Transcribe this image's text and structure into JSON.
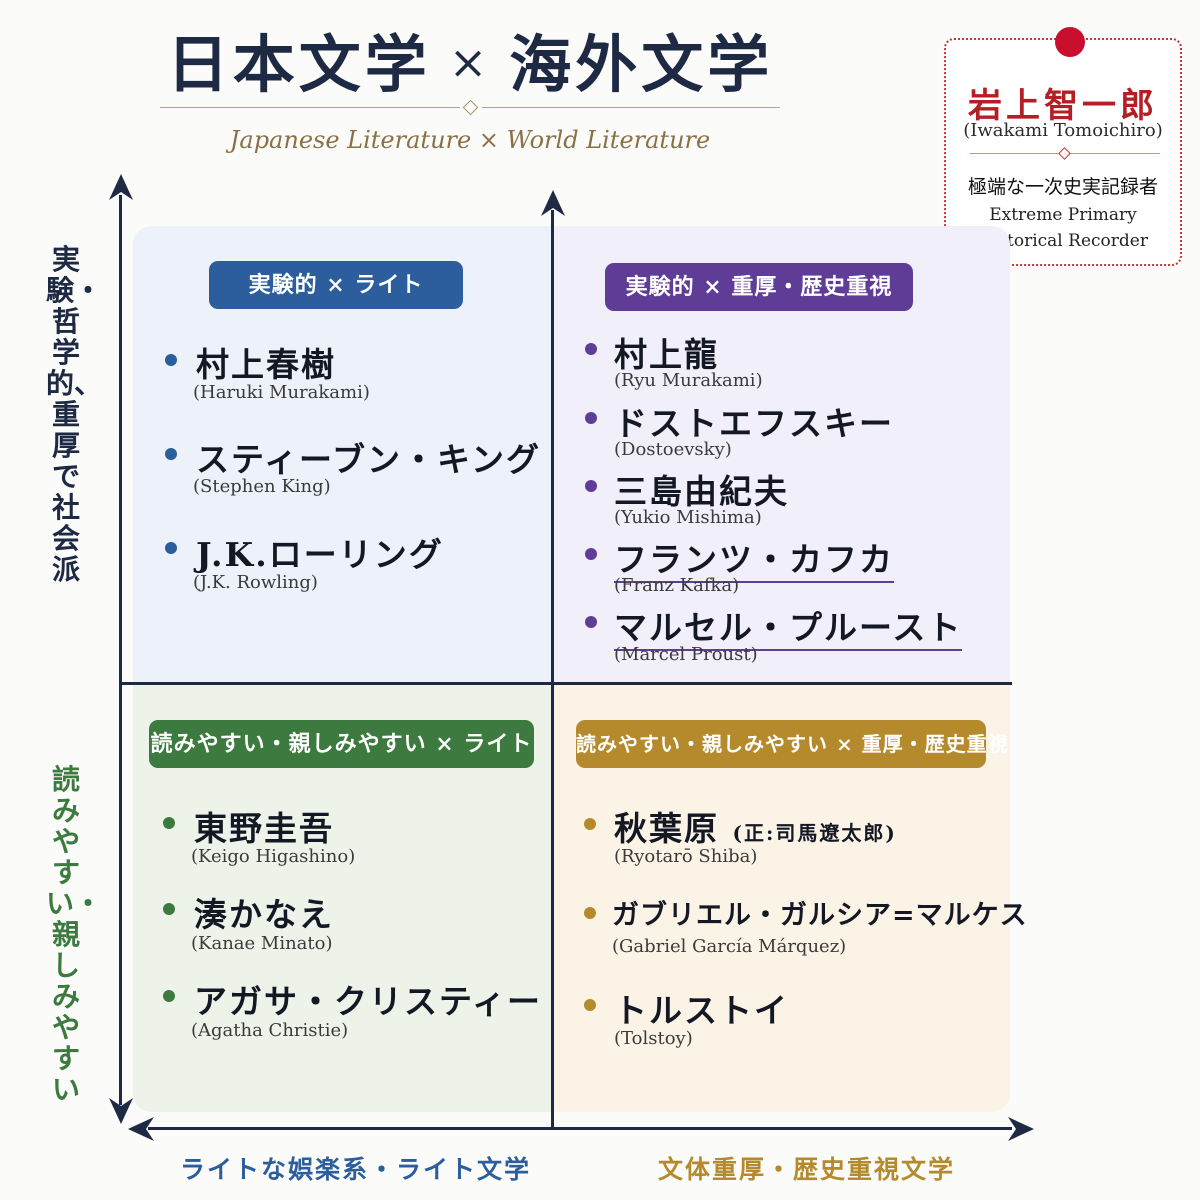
{
  "header": {
    "title_left": "日本文学",
    "title_sep": "×",
    "title_right": "海外文学",
    "subtitle": "Japanese Literature × World Literature"
  },
  "author_stamp": {
    "name": "岩上智一郎",
    "romaji": "(Iwakami Tomoichiro)",
    "role_jp": "極端な一次史実記録者",
    "role_en_line1": "Extreme Primary",
    "role_en_line2": "Historical Recorder"
  },
  "axes": {
    "y_top": "実験・哲学的、重厚で社会派",
    "y_bottom": "読みやすい・親しみやすい",
    "x_left": "ライトな娯楽系・ライト文学",
    "x_right": "文体重厚・歴史重視文学"
  },
  "quadrants": {
    "top_left": {
      "label": "実験的 × ライト",
      "authors": [
        {
          "jp": "村上春樹",
          "en": "(Haruki Murakami)"
        },
        {
          "jp": "スティーブン・キング",
          "en": "(Stephen King)"
        },
        {
          "jp": "J.K.ローリング",
          "en": "(J.K. Rowling)"
        }
      ]
    },
    "top_right": {
      "label": "実験的 × 重厚・歴史重視",
      "authors": [
        {
          "jp": "村上龍",
          "en": "(Ryu Murakami)"
        },
        {
          "jp": "ドストエフスキー",
          "en": "(Dostoevsky)"
        },
        {
          "jp": "三島由紀夫",
          "en": "(Yukio Mishima)"
        },
        {
          "jp": "フランツ・カフカ",
          "en": "(Franz Kafka)"
        },
        {
          "jp": "マルセル・プルースト",
          "en": "(Marcel Proust)"
        }
      ]
    },
    "bottom_left": {
      "label": "読みやすい・親しみやすい × ライト",
      "authors": [
        {
          "jp": "東野圭吾",
          "en": "(Keigo Higashino)"
        },
        {
          "jp": "湊かなえ",
          "en": "(Kanae Minato)"
        },
        {
          "jp": "アガサ・クリスティー",
          "en": "(Agatha Christie)"
        }
      ]
    },
    "bottom_right": {
      "label": "読みやすい・親しみやすい × 重厚・歴史重視",
      "authors": [
        {
          "jp": "秋葉原",
          "note": "(正:司馬遼太郎)",
          "en": "(Ryotarō Shiba)"
        },
        {
          "jp": "ガブリエル・ガルシア=マルケス",
          "en": "(Gabriel García Márquez)"
        },
        {
          "jp": "トルストイ",
          "en": "(Tolstoy)"
        }
      ]
    }
  },
  "colors": {
    "navy": "#1e2a44",
    "blue": "#2c5d9c",
    "purple": "#5f3d97",
    "green": "#3d7a3f",
    "gold": "#b58a2c",
    "stamp_red": "#b41e24"
  }
}
